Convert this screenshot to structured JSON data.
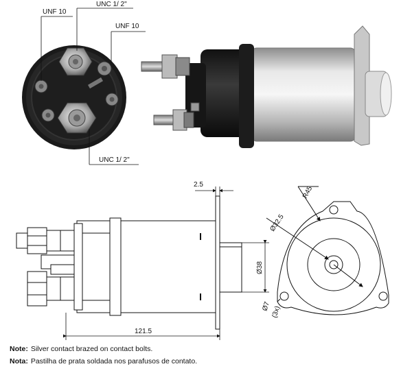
{
  "photo_labels": {
    "unf10_left": "UNF 10",
    "unc_top": "UNC 1/ 2\"",
    "unf10_right": "UNF 10",
    "unc_bottom": "UNC 1/ 2\""
  },
  "dimensions": {
    "flange_thickness": "2.5",
    "length": "121.5",
    "plunger_diameter": "Ø38",
    "radius": "R45",
    "bolt_circle": "Ø32.5",
    "hole_diameter": "Ø7",
    "hole_count": "(3x)"
  },
  "notes": [
    {
      "label": "Note:",
      "text": "Silver contact brazed on contact bolts."
    },
    {
      "label": "Nota:",
      "text": "Pastilha de prata soldada nos parafusos de contato."
    }
  ]
}
